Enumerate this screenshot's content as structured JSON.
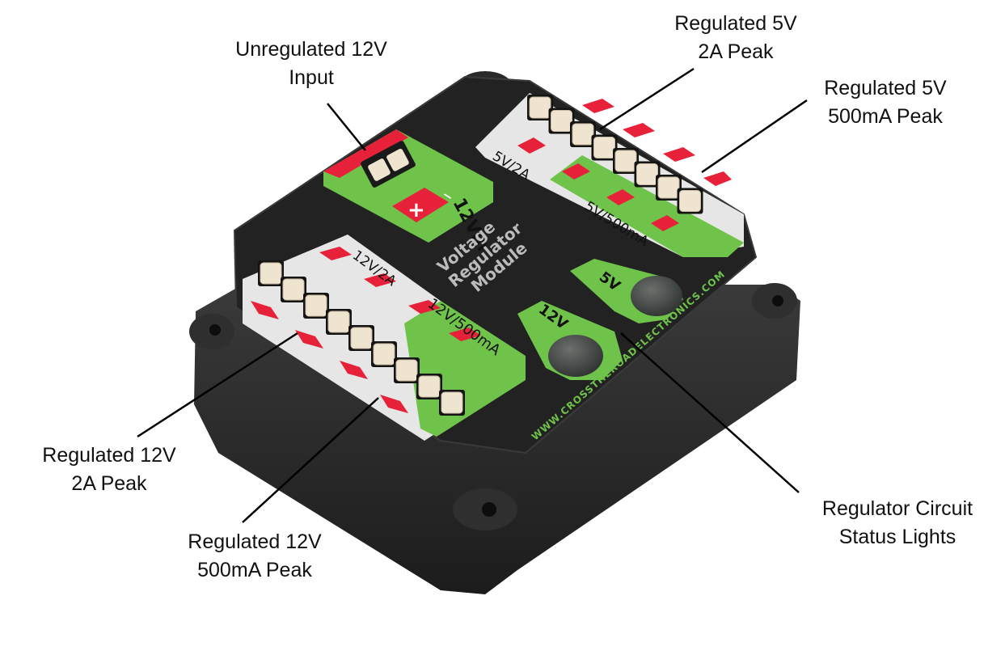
{
  "callouts": {
    "input": {
      "line1": "Unregulated 12V",
      "line2": "Input"
    },
    "r5v2a": {
      "line1": "Regulated 5V",
      "line2": "2A Peak"
    },
    "r5v500": {
      "line1": "Regulated 5V",
      "line2": "500mA Peak"
    },
    "r12v2a": {
      "line1": "Regulated 12V",
      "line2": "2A Peak"
    },
    "r12v500": {
      "line1": "Regulated 12V",
      "line2": "500mA Peak"
    },
    "status": {
      "line1": "Regulator Circuit",
      "line2": "Status Lights"
    }
  },
  "module": {
    "title_line1": "Voltage",
    "title_line2": "Regulator",
    "title_line3": "Module",
    "input_label": "12Vin",
    "plus_sign": "+",
    "minus_sign": "–",
    "label_5v2a": "5V/2A",
    "label_5v500": "5V/500mA",
    "label_12v2a": "12V/2A",
    "label_12v500": "12V/500mA",
    "led_5v": "5V",
    "led_12v": "12V",
    "website": "WWW.CROSSTHEROADELECTRONICS.COM"
  },
  "colors": {
    "housing": "#2a2a2a",
    "housing_top": "#1f1f1f",
    "green": "#6fc24a",
    "red": "#e8213a",
    "connector": "#efe4d0",
    "led": "#4a4e4c"
  }
}
